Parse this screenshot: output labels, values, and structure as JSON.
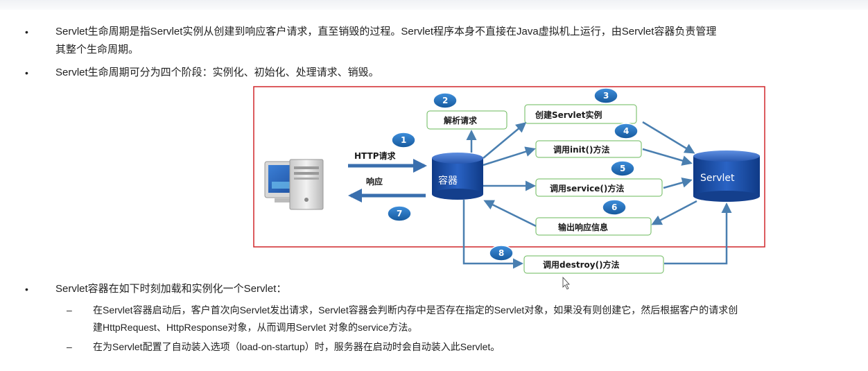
{
  "bullets": {
    "b1_line1": "Servlet生命周期是指Servlet实例从创建到响应客户请求，直至销毁的过程。Servlet程序本身不直接在Java虚拟机上运行，由Servlet容器负责管理",
    "b1_line2": "其整个生命周期。",
    "b2": "Servlet生命周期可分为四个阶段：实例化、初始化、处理请求、销毁。",
    "b3": "Servlet容器在如下时刻加载和实例化一个Servlet："
  },
  "sub_bullets": {
    "s1_line1": "在Servlet容器启动后，客户首次向Servlet发出请求，Servlet容器会判断内存中是否存在指定的Servlet对象，如果没有则创建它，然后根据客户的请求创",
    "s1_line2": "建HttpRequest、HttpResponse对象，从而调用Servlet 对象的service方法。",
    "s2": "在为Servlet配置了自动装入选项（load-on-startup）时，服务器在启动时会自动装入此Servlet。"
  },
  "markers": {
    "bullet": "•",
    "dash": "–"
  },
  "diagram": {
    "http_request": "HTTP请求",
    "response": "响应",
    "container": "容器",
    "servlet": "Servlet",
    "parse_request": "解析请求",
    "create_instance": "创建Servlet实例",
    "call_init": "调用init()方法",
    "call_service": "调用service()方法",
    "output_response": "输出响应信息",
    "call_destroy": "调用destroy()方法",
    "steps": [
      "1",
      "2",
      "3",
      "4",
      "5",
      "6",
      "7",
      "8"
    ]
  },
  "colors": {
    "frame_border": "#d0262a",
    "badge": "#1f6fb8",
    "arrow": "#4a7fb0",
    "cylinder": "#1a4fa0",
    "box_border": "#5ab04a"
  }
}
